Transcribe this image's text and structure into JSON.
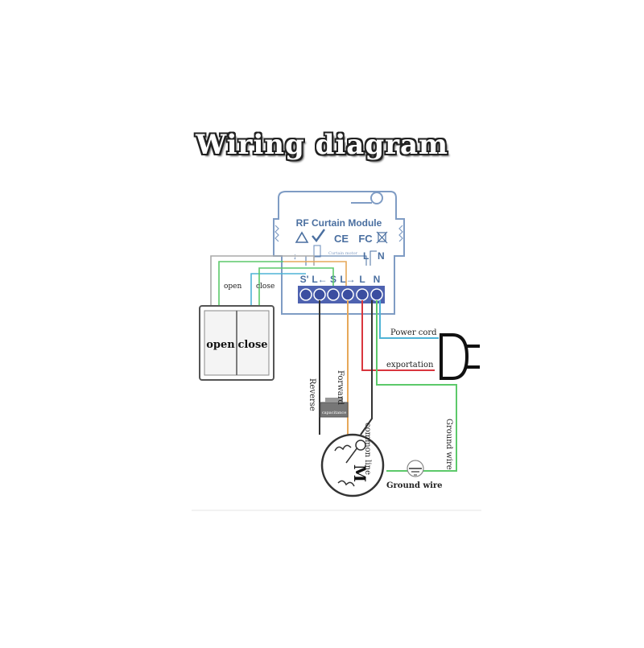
{
  "diagram": {
    "title": "Wiring diagram",
    "module": {
      "name": "RF Curtain Module",
      "marks": [
        "CE",
        "FC"
      ],
      "small_text": "Curtain motor",
      "upper_terminals": [
        "L",
        "N"
      ],
      "terminals": [
        "S'",
        "L←",
        "S",
        "L→",
        "L",
        "N"
      ]
    },
    "switch": {
      "open_label": "open",
      "close_label": "close",
      "wire_open": "open",
      "wire_close": "close"
    },
    "wires": {
      "reverse": "Reverse",
      "forward": "Forward",
      "common_line": "common line",
      "power_cord": "Power cord",
      "exportation": "exportation",
      "ground_wire_vertical": "Ground wire",
      "ground_wire_bottom": "Ground wire"
    },
    "capacitance": "capacitance",
    "motor_label": "M",
    "colors": {
      "module_outline": "#7f9cc4",
      "terminal": "#4e62b0",
      "black_wire": "#333333",
      "orange_wire": "#e6a85a",
      "red_wire": "#d9363e",
      "blue_wire": "#4fb3d6",
      "green_wire": "#5cc96a",
      "gray_wire": "#aaaaaa"
    }
  }
}
